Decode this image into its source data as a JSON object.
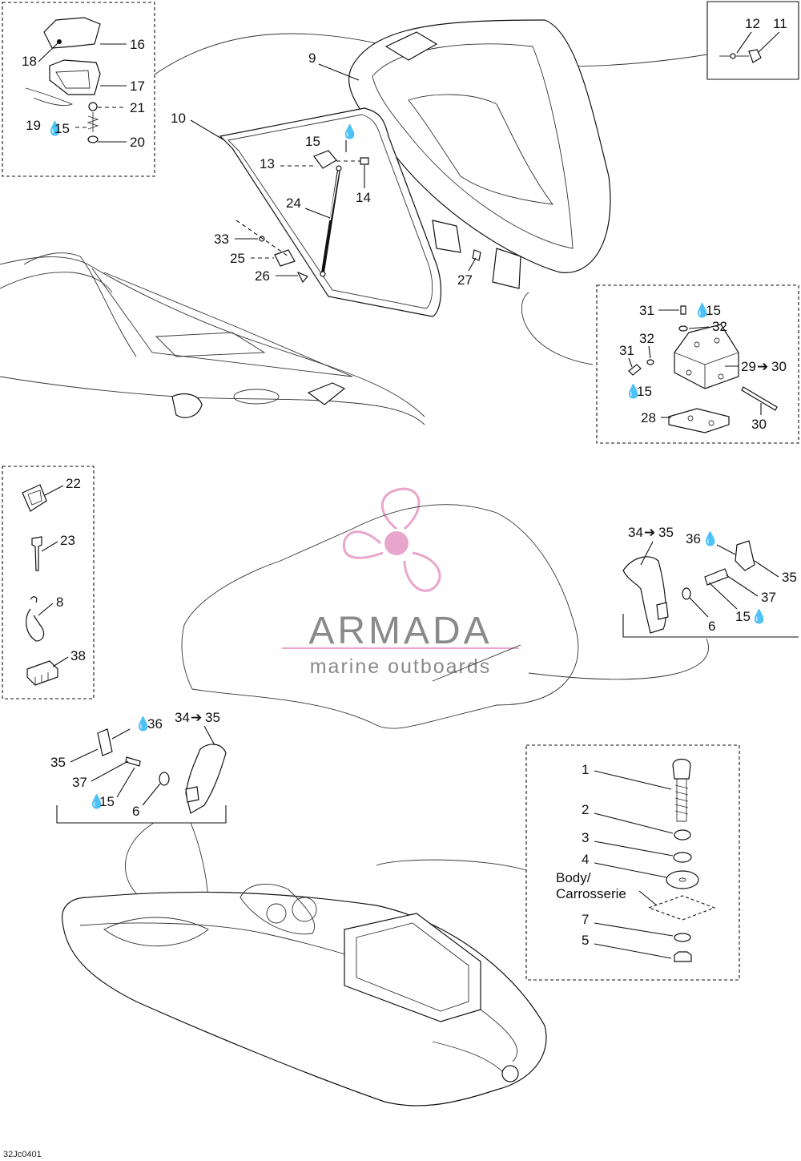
{
  "labels": {
    "l1": "1",
    "l2": "2",
    "l3": "3",
    "l4": "4",
    "l5": "5",
    "l6a": "6",
    "l6b": "6",
    "l7": "7",
    "l8": "8",
    "l9": "9",
    "l10": "10",
    "l11": "11",
    "l12": "12",
    "l13": "13",
    "l14": "14",
    "l15a": "15",
    "l15b": "15",
    "l15c": "15",
    "l15d": "15",
    "l15e": "15",
    "l15f": "15",
    "l16": "16",
    "l17": "17",
    "l18": "18",
    "l19": "19",
    "l20": "20",
    "l21": "21",
    "l22": "22",
    "l23": "23",
    "l24": "24",
    "l25": "25",
    "l26": "26",
    "l27": "27",
    "l28": "28",
    "l29": "29",
    "l30a": "30",
    "l30b": "30",
    "l31a": "31",
    "l31b": "31",
    "l32a": "32",
    "l32b": "32",
    "l33": "33",
    "l34a": "34",
    "l35a": "35",
    "l34b": "34",
    "l35b": "35",
    "l35c": "35",
    "l35d": "35",
    "l36a": "36",
    "l36b": "36",
    "l37a": "37",
    "l37b": "37",
    "l38": "38"
  },
  "body_label": {
    "line1": "Body/",
    "line2": "Carrosserie"
  },
  "diagram_code": "32Jc0401",
  "watermark": {
    "brand": "ARMADA",
    "tagline": "marine outboards",
    "pink": "#e8a6cc",
    "gray": "#8a8a8a"
  }
}
